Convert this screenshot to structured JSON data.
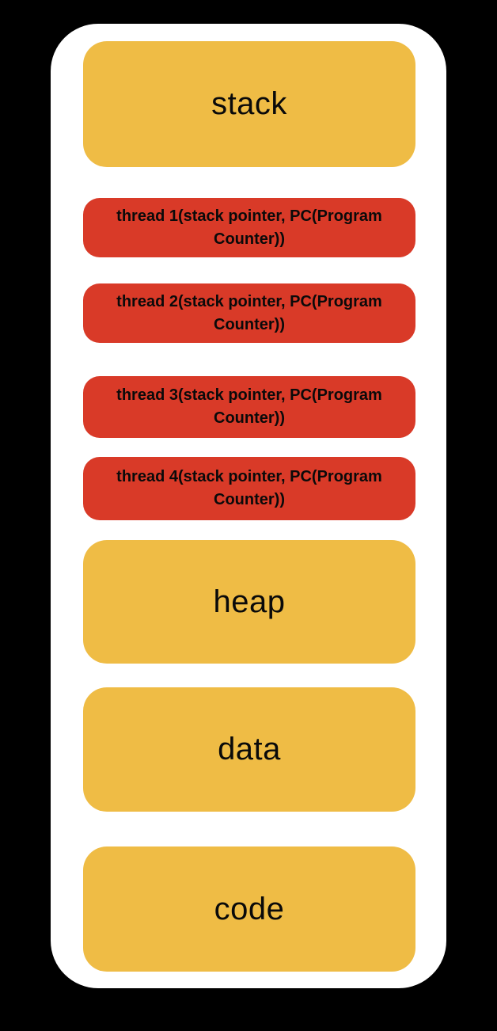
{
  "diagram": {
    "description": "process memory layout with per-thread execution state",
    "colors": {
      "background": "#000000",
      "container": "#ffffff",
      "segment_fill": "#efbc45",
      "thread_fill": "#d93a28",
      "text": "#0a0a0a"
    },
    "blocks": [
      {
        "id": "stack",
        "type": "segment",
        "label": "stack"
      },
      {
        "id": "thread-1",
        "type": "thread",
        "label": "thread 1(stack pointer, PC(Program Counter))"
      },
      {
        "id": "thread-2",
        "type": "thread",
        "label": "thread 2(stack pointer, PC(Program Counter))"
      },
      {
        "id": "thread-3",
        "type": "thread",
        "label": "thread 3(stack pointer, PC(Program Counter))"
      },
      {
        "id": "thread-4",
        "type": "thread",
        "label": "thread 4(stack pointer, PC(Program Counter))"
      },
      {
        "id": "heap",
        "type": "segment",
        "label": "heap"
      },
      {
        "id": "data",
        "type": "segment",
        "label": "data"
      },
      {
        "id": "code",
        "type": "segment",
        "label": "code"
      }
    ]
  }
}
